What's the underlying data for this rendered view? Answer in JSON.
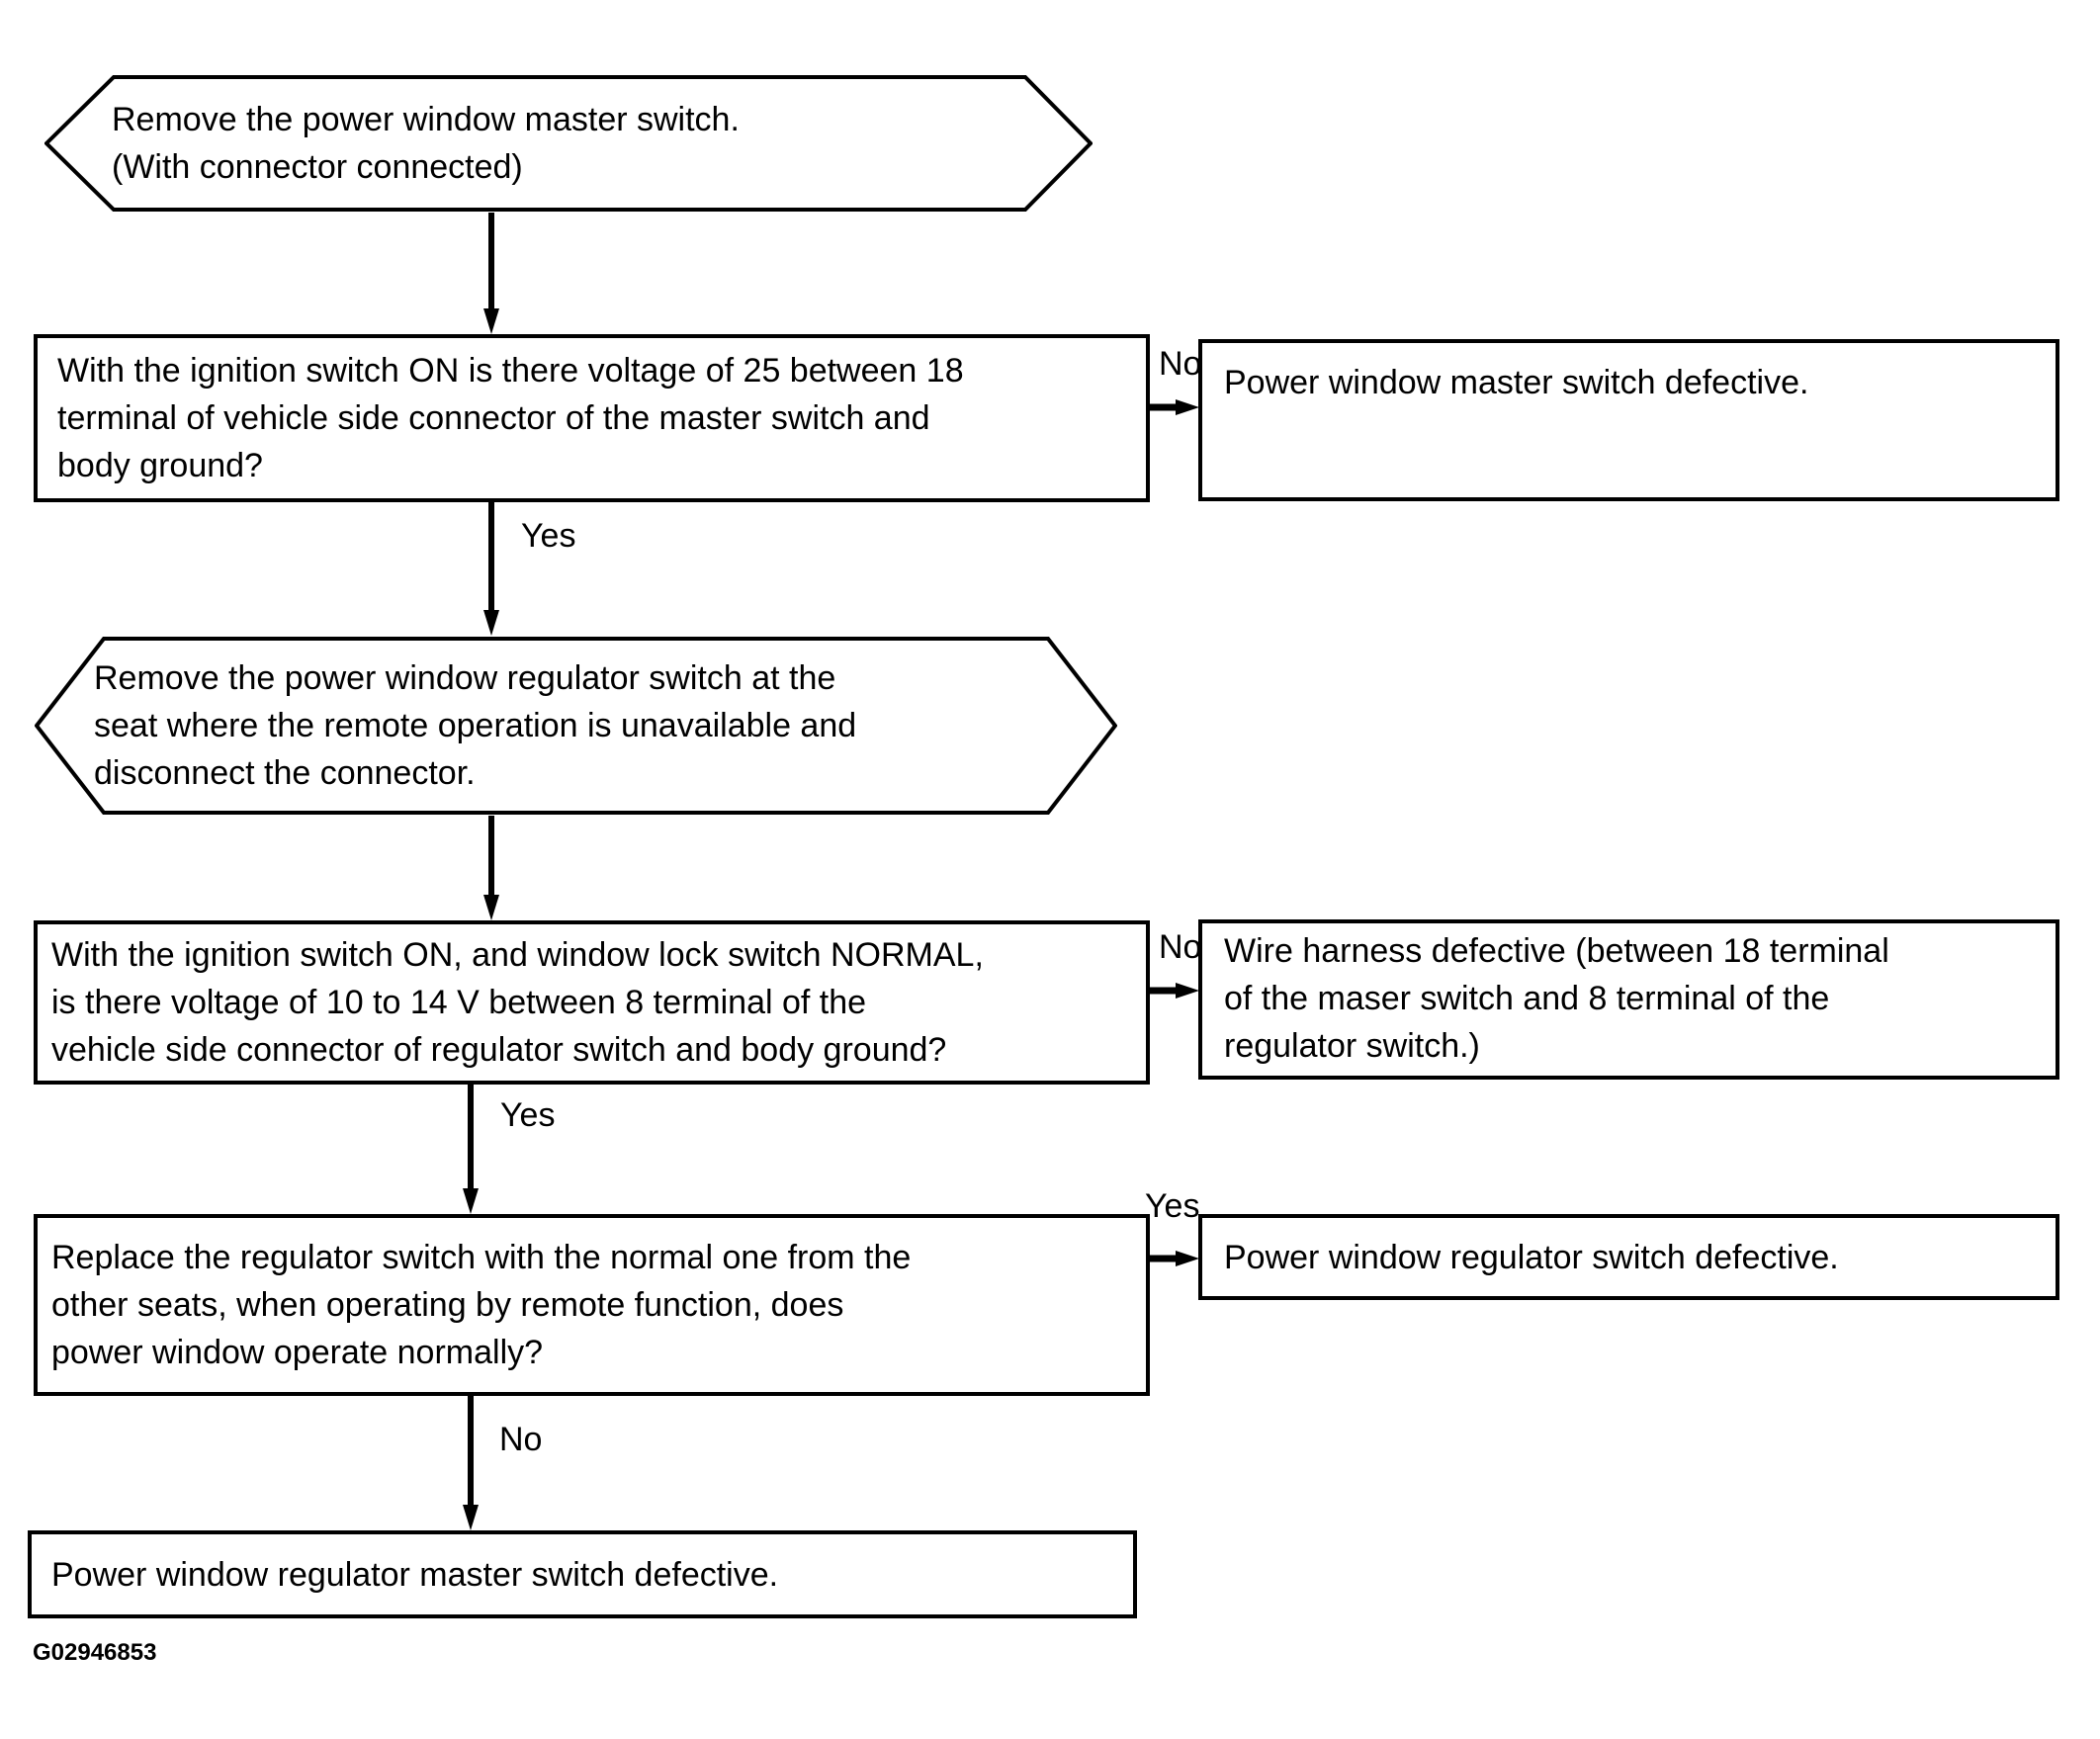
{
  "diagram": {
    "figure_id": "G02946853",
    "colors": {
      "line": "#000000",
      "background": "#ffffff"
    },
    "nodes": {
      "start": {
        "shape": "hexagon",
        "line1": "Remove the power window master switch.",
        "line2": "(With connector connected)"
      },
      "q1": {
        "shape": "rect",
        "line1": "With the ignition switch ON is there voltage of 25 between 18",
        "line2": "terminal of vehicle side connector of the master switch and",
        "line3": "body ground?"
      },
      "r1": {
        "shape": "rect",
        "line1": "Power window master switch defective."
      },
      "step2": {
        "shape": "hexagon",
        "line1": "Remove the power window regulator switch at the",
        "line2": "seat where the remote operation is unavailable and",
        "line3": "disconnect the connector."
      },
      "q2": {
        "shape": "rect",
        "line1": "With the ignition switch ON, and window lock switch NORMAL,",
        "line2": "is there voltage of 10 to 14 V between 8 terminal of the",
        "line3": "vehicle side connector of regulator switch and body ground?"
      },
      "r2": {
        "shape": "rect",
        "line1": "Wire harness defective (between 18 terminal",
        "line2": "of the maser switch and 8 terminal of the",
        "line3": "regulator switch.)"
      },
      "q3": {
        "shape": "rect",
        "line1": "Replace the regulator switch with the normal one from the",
        "line2": "other seats, when operating by remote function, does",
        "line3": "power window operate normally?"
      },
      "r3": {
        "shape": "rect",
        "line1": "Power window regulator switch defective."
      },
      "final": {
        "shape": "rect",
        "line1": "Power window regulator master switch defective."
      }
    },
    "labels": {
      "q1_no": "No",
      "q1_yes": "Yes",
      "q2_no": "No",
      "q2_yes": "Yes",
      "q3_yes": "Yes",
      "q3_no": "No"
    }
  }
}
